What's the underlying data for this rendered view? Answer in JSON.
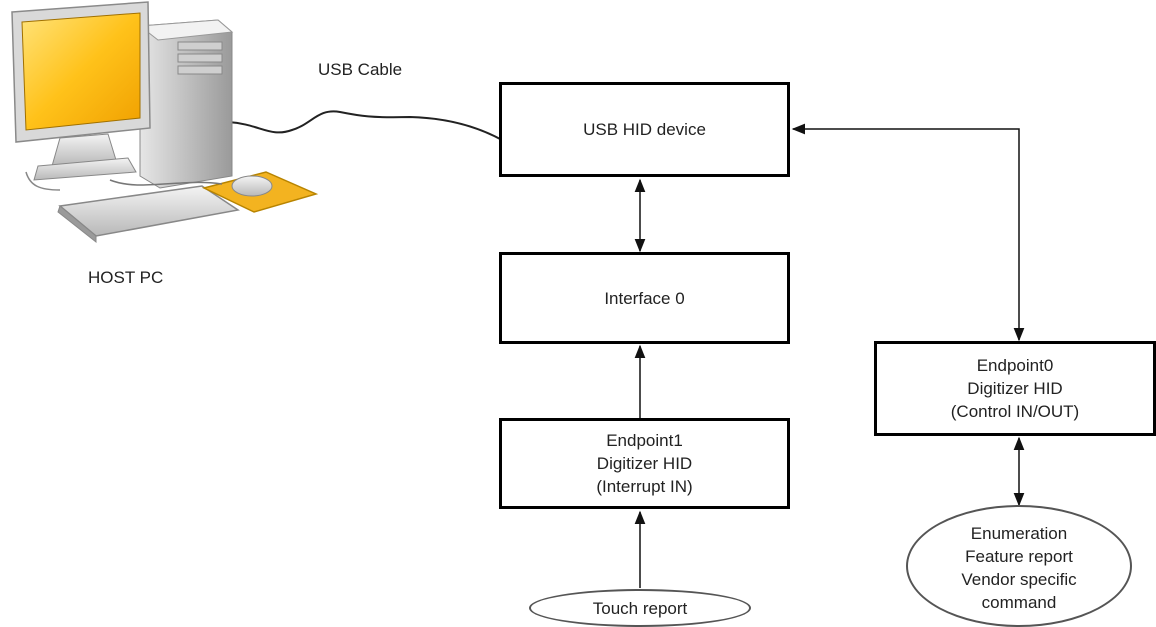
{
  "host": {
    "label": "HOST PC"
  },
  "cable": {
    "label": "USB Cable"
  },
  "usb_device": {
    "label": "USB HID device"
  },
  "interface": {
    "label": "Interface 0"
  },
  "endpoint1": {
    "lines": [
      "Endpoint1",
      "Digitizer HID",
      "(Interrupt IN)"
    ]
  },
  "endpoint0": {
    "lines": [
      "Endpoint0",
      "Digitizer HID",
      "(Control IN/OUT)"
    ]
  },
  "touch": {
    "label": "Touch report"
  },
  "enumeration": {
    "lines": [
      "Enumeration",
      "Feature report",
      "Vendor specific",
      "command"
    ]
  }
}
